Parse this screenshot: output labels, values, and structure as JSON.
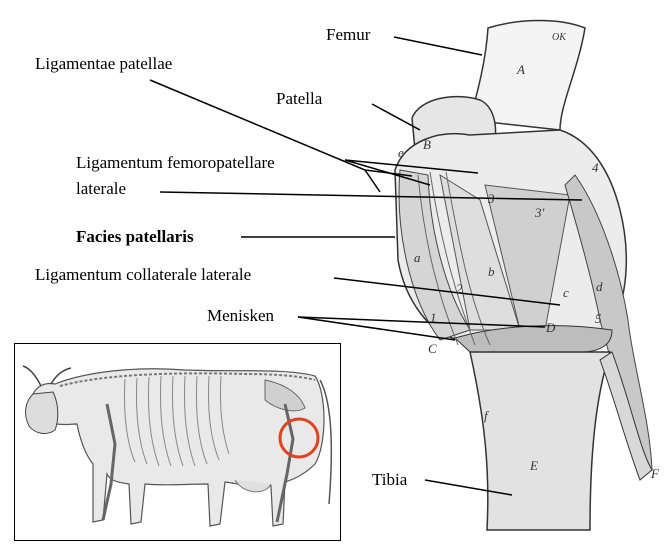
{
  "labels": {
    "femur": "Femur",
    "ligamentae_patellae": "Ligamentae patellae",
    "patella": "Patella",
    "lig_femoropatellare_1": "Ligamentum femoropatellare",
    "lig_femoropatellare_2": "laterale",
    "facies_patellaris": "Facies patellaris",
    "lig_collaterale": "Ligamentum collaterale laterale",
    "menisken": "Menisken",
    "tibia": "Tibia"
  },
  "drawing_letters": {
    "A": "A",
    "B": "B",
    "a": "a",
    "e": "e",
    "3": "3",
    "3p": "3'",
    "4": "4",
    "5": "5",
    "b": "b",
    "c_small": "c",
    "d": "d",
    "D": "D",
    "C": "C",
    "two": "2",
    "one": "1",
    "f": "f",
    "E": "E",
    "F": "F",
    "tag": "OK"
  },
  "colors": {
    "highlight_circle": "#e0431f",
    "ink": "#000000",
    "shade": "#bdbdbd"
  }
}
